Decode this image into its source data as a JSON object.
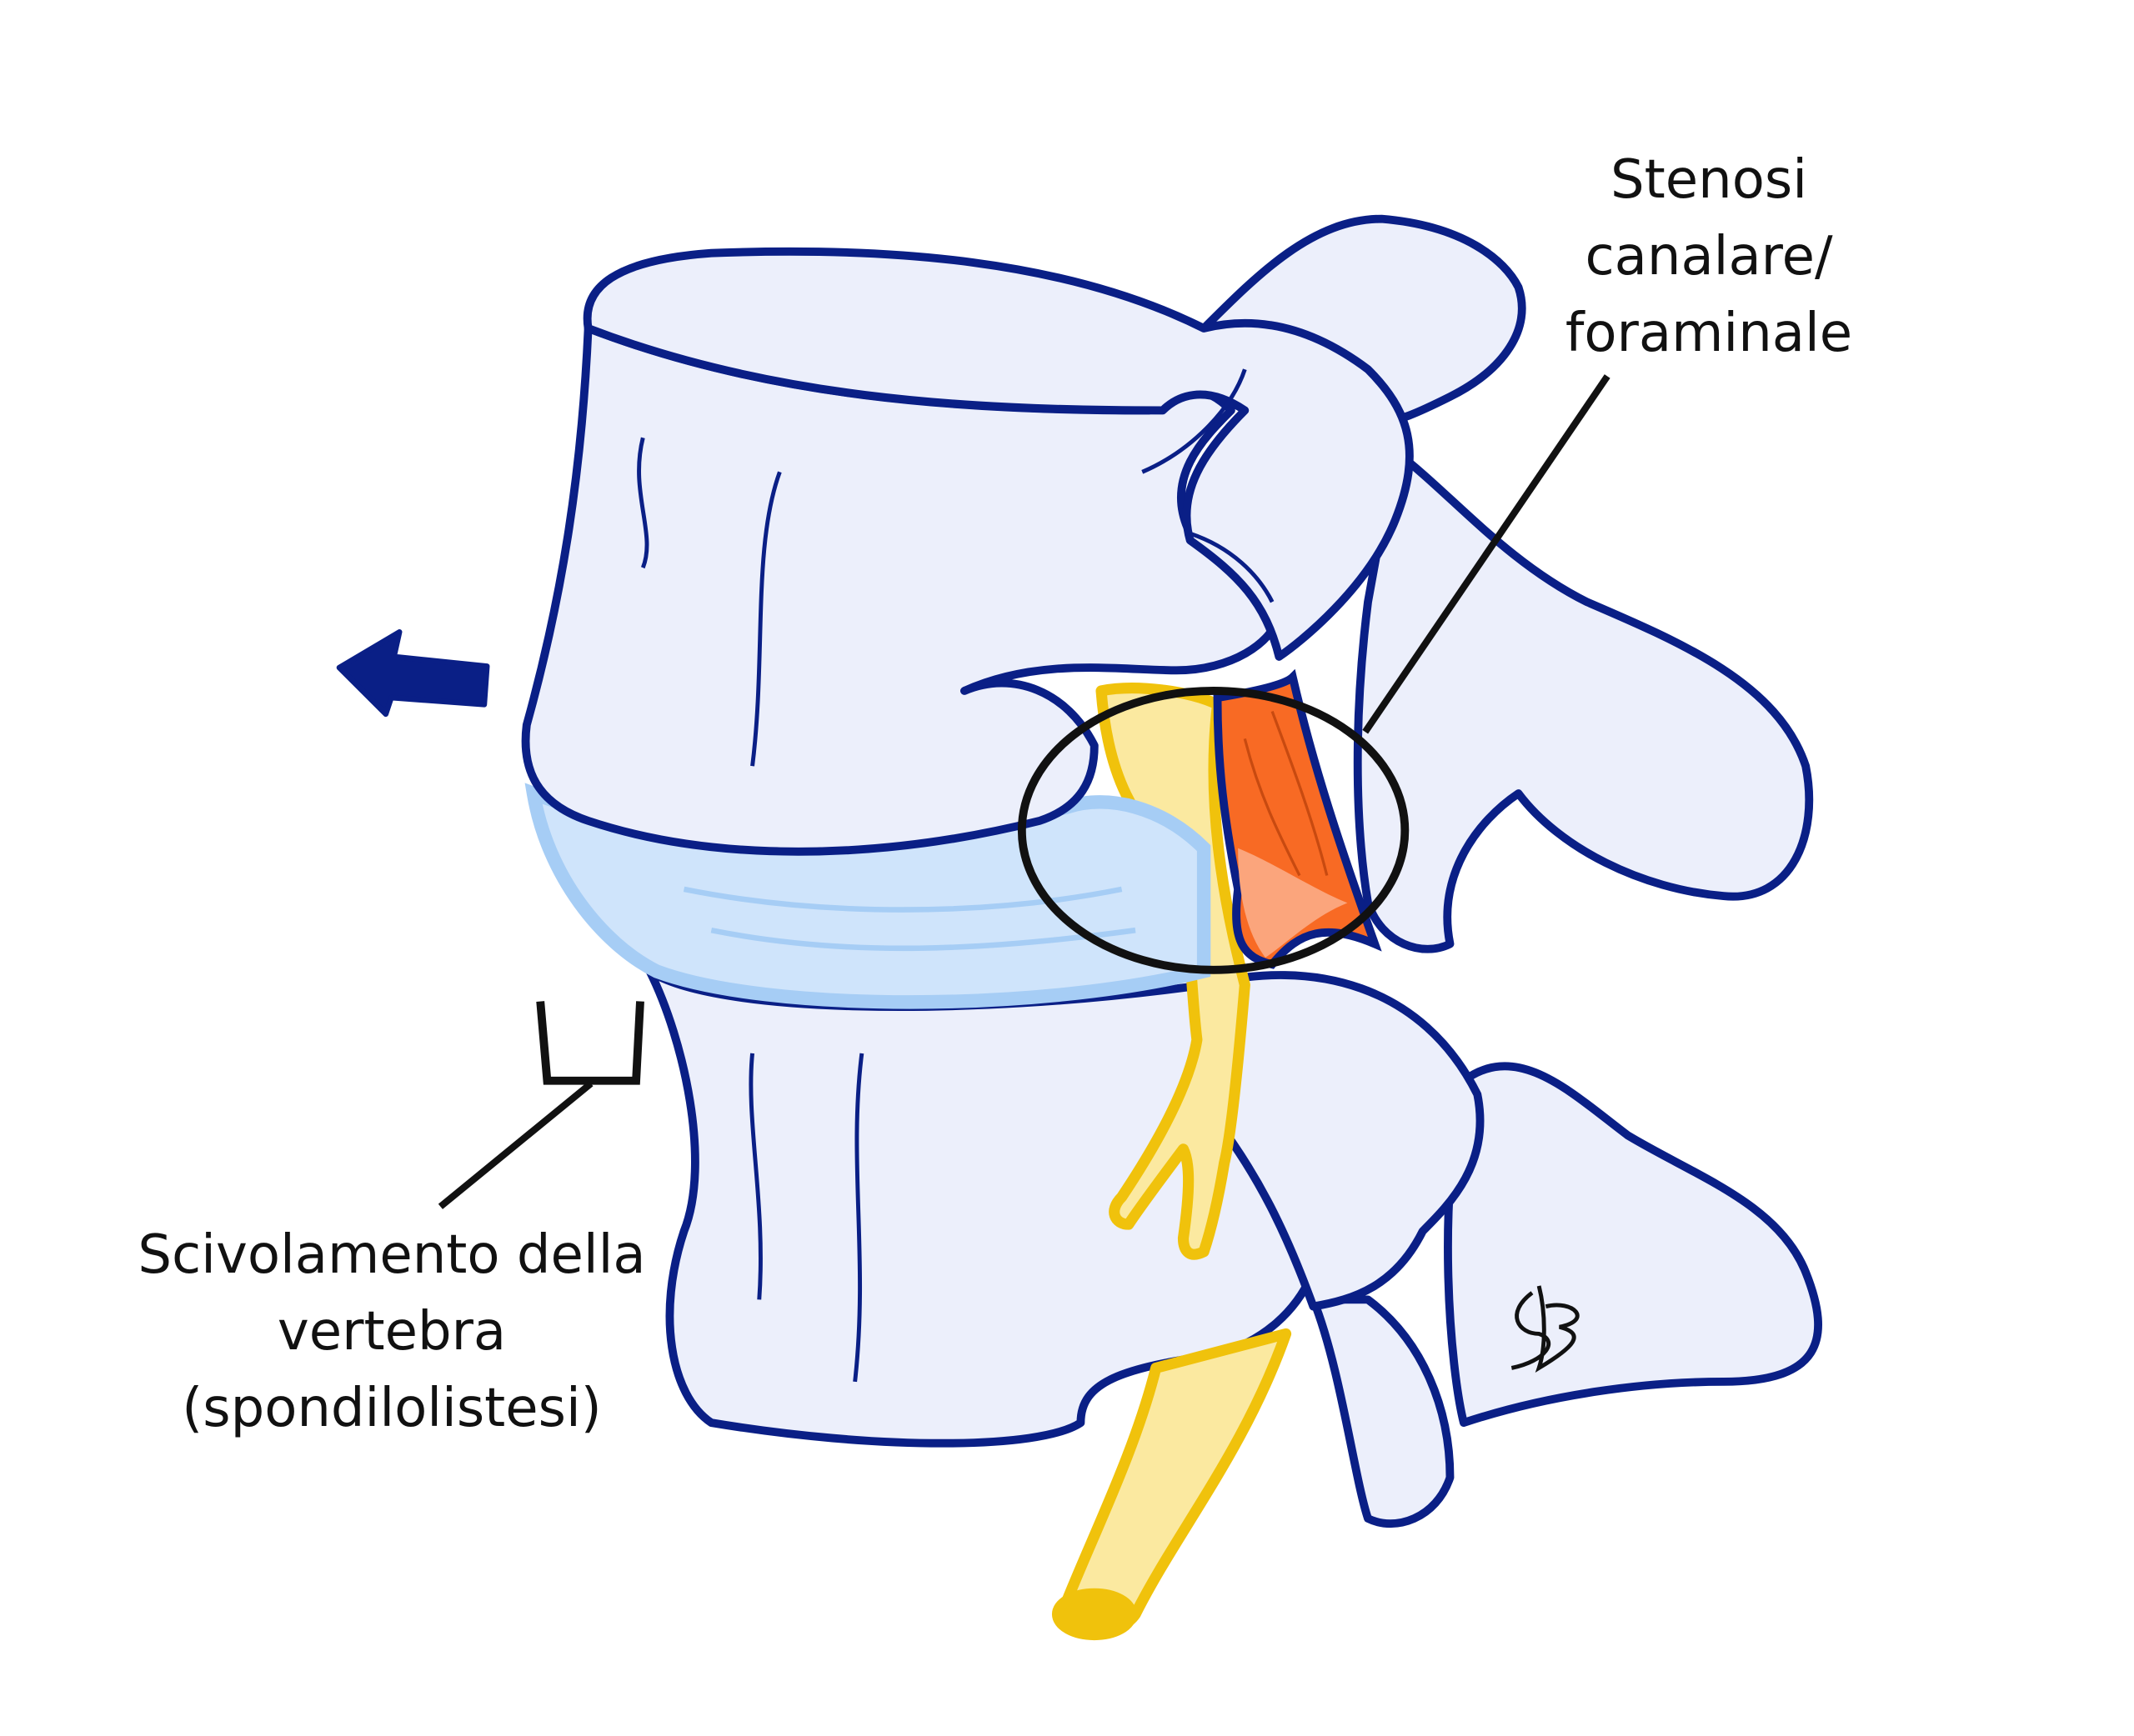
{
  "labels": {
    "stenosis": [
      "Stenosi",
      "canalare/",
      "foraminale"
    ],
    "slip": [
      "Scivolamento della",
      "vertebra",
      "(spondilolistesi)"
    ]
  },
  "signature": "SB",
  "colors": {
    "bone_fill": "#eceffb",
    "outline": "#0a1f86",
    "disc": "#cfe4fb",
    "disc_edge": "#a6cdf5",
    "nerve": "#fbe9a0",
    "nerve_edge": "#f0c20c",
    "stenosis": "#f86a24",
    "stenosis_light": "#fba57c",
    "arrow": "#0a1f86",
    "ink": "#111111"
  },
  "icons": {
    "arrow": "arrow-left-icon",
    "bracket": "bracket-icon"
  }
}
